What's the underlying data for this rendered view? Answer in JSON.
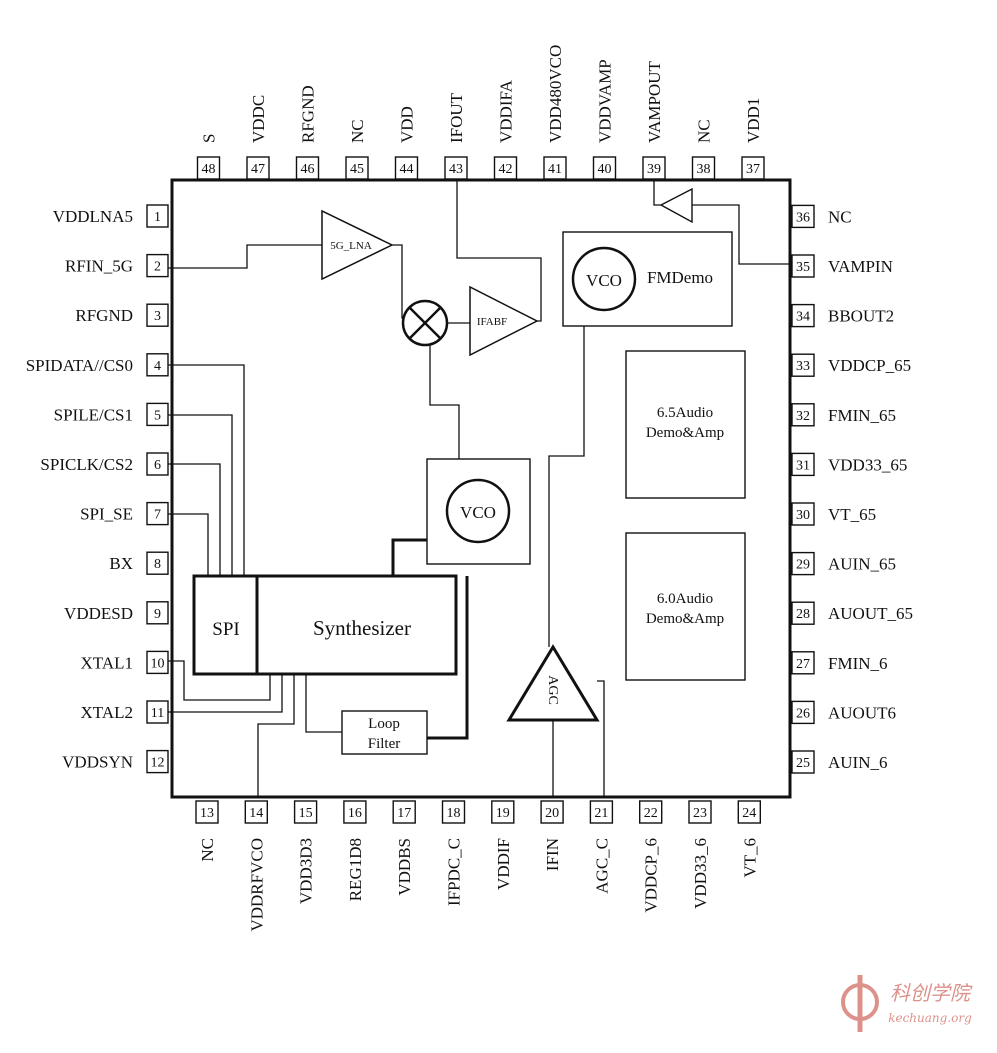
{
  "pins": {
    "left": [
      {
        "num": "1",
        "name": "VDDLNA5"
      },
      {
        "num": "2",
        "name": "RFIN_5G"
      },
      {
        "num": "3",
        "name": "RFGND"
      },
      {
        "num": "4",
        "name": "SPIDATA//CS0"
      },
      {
        "num": "5",
        "name": "SPILE/CS1"
      },
      {
        "num": "6",
        "name": "SPICLK/CS2"
      },
      {
        "num": "7",
        "name": "SPI_SE"
      },
      {
        "num": "8",
        "name": "BX"
      },
      {
        "num": "9",
        "name": "VDDESD"
      },
      {
        "num": "10",
        "name": "XTAL1"
      },
      {
        "num": "11",
        "name": "XTAL2"
      },
      {
        "num": "12",
        "name": "VDDSYN"
      }
    ],
    "bottom": [
      {
        "num": "13",
        "name": "NC"
      },
      {
        "num": "14",
        "name": "VDDRFVCO"
      },
      {
        "num": "15",
        "name": "VDD3D3"
      },
      {
        "num": "16",
        "name": "REG1D8"
      },
      {
        "num": "17",
        "name": "VDDBS"
      },
      {
        "num": "18",
        "name": "IFPDC_C"
      },
      {
        "num": "19",
        "name": "VDDIF"
      },
      {
        "num": "20",
        "name": "IFIN"
      },
      {
        "num": "21",
        "name": "AGC_C"
      },
      {
        "num": "22",
        "name": "VDDCP_6"
      },
      {
        "num": "23",
        "name": "VDD33_6"
      },
      {
        "num": "24",
        "name": "VT_6"
      }
    ],
    "right": [
      {
        "num": "25",
        "name": "AUIN_6"
      },
      {
        "num": "26",
        "name": "AUOUT6"
      },
      {
        "num": "27",
        "name": "FMIN_6"
      },
      {
        "num": "28",
        "name": "AUOUT_65"
      },
      {
        "num": "29",
        "name": "AUIN_65"
      },
      {
        "num": "30",
        "name": "VT_65"
      },
      {
        "num": "31",
        "name": "VDD33_65"
      },
      {
        "num": "32",
        "name": "FMIN_65"
      },
      {
        "num": "33",
        "name": "VDDCP_65"
      },
      {
        "num": "34",
        "name": "BBOUT2"
      },
      {
        "num": "35",
        "name": "VAMPIN"
      },
      {
        "num": "36",
        "name": "NC"
      }
    ],
    "top": [
      {
        "num": "37",
        "name": "VDD1"
      },
      {
        "num": "38",
        "name": "NC"
      },
      {
        "num": "39",
        "name": "VAMPOUT"
      },
      {
        "num": "40",
        "name": "VDDVAMP"
      },
      {
        "num": "41",
        "name": "VDD480VCO"
      },
      {
        "num": "42",
        "name": "VDDIFA"
      },
      {
        "num": "43",
        "name": "IFOUT"
      },
      {
        "num": "44",
        "name": "VDD"
      },
      {
        "num": "45",
        "name": "NC"
      },
      {
        "num": "46",
        "name": "RFGND"
      },
      {
        "num": "47",
        "name": "VDDC"
      },
      {
        "num": "48",
        "name": "S"
      }
    ]
  },
  "blocks": {
    "lna": "5G_LNA",
    "ifabf": "IFABF",
    "vco_top": "VCO",
    "fmdemo": "FMDemo",
    "audio65_line1": "6.5Audio",
    "audio65_line2": "Demo&Amp",
    "vco_mid": "VCO",
    "audio60_line1": "6.0Audio",
    "audio60_line2": "Demo&Amp",
    "spi": "SPI",
    "synth": "Synthesizer",
    "loop_line1": "Loop",
    "loop_line2": "Filter",
    "agc": "AGC"
  },
  "watermark": {
    "text": "科创学院",
    "url": "kechuang.org",
    "color": "#c0392b"
  }
}
